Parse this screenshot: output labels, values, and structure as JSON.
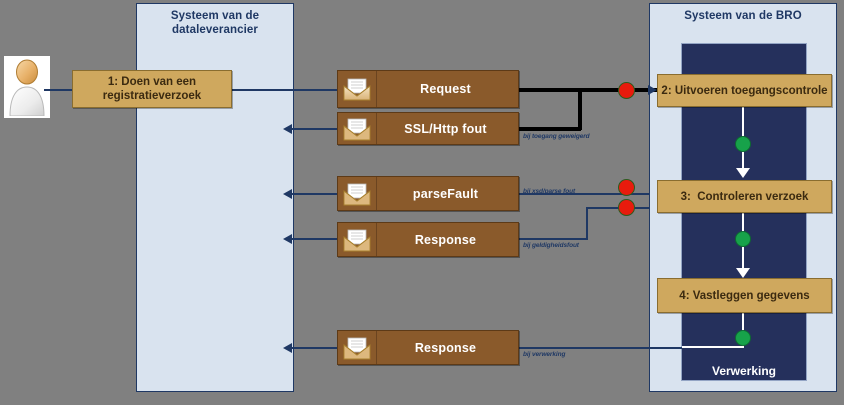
{
  "lanes": [
    {
      "id": "dataleverancier",
      "title": "Systeem van de\ndataleverancier",
      "title_line1": "Systeem van de",
      "title_line2": "dataleverancier"
    },
    {
      "id": "bro",
      "title": "Systeem van de BRO"
    }
  ],
  "bro_column": {
    "label": "Verwerking"
  },
  "actor": {
    "name": "dataleverancier-actor"
  },
  "messages": [
    {
      "id": "request",
      "label": "Request",
      "icon": "envelope-icon"
    },
    {
      "id": "ssl-http-fout",
      "label": "SSL/Http fout",
      "icon": "envelope-icon"
    },
    {
      "id": "parsefault",
      "label": "parseFault",
      "icon": "envelope-icon"
    },
    {
      "id": "response-1",
      "label": "Response",
      "icon": "envelope-icon"
    },
    {
      "id": "response-2",
      "label": "Response",
      "icon": "envelope-icon"
    }
  ],
  "processes": [
    {
      "id": "step-1",
      "label": "1: Doen van een\nregistratieverzoek",
      "line1": "1: Doen van een",
      "line2": "registratieverzoek"
    },
    {
      "id": "step-2",
      "label": "2: Uitvoeren toegangscontrole"
    },
    {
      "id": "step-3",
      "label": "3:  Controleren verzoek"
    },
    {
      "id": "step-4",
      "label": "4: Vastleggen gegevens"
    }
  ],
  "notes": [
    {
      "id": "note-toegang",
      "text": "bij toegang geweigerd"
    },
    {
      "id": "note-parsefout",
      "text": "bij xsd/parse fout"
    },
    {
      "id": "note-geldig",
      "text": "bij geldigheidsfout"
    },
    {
      "id": "note-verwerk",
      "text": "bij verwerking"
    }
  ],
  "colors": {
    "background": "#808080",
    "lane_fill": "#d9e3ef",
    "lane_border": "#1f3864",
    "bro_column": "#25305c",
    "message_fill": "#8a5a2b",
    "process_fill": "#cfa85e",
    "connector": "#1f3864",
    "error_dot": "#e81b0d",
    "ok_dot": "#17a24a"
  }
}
